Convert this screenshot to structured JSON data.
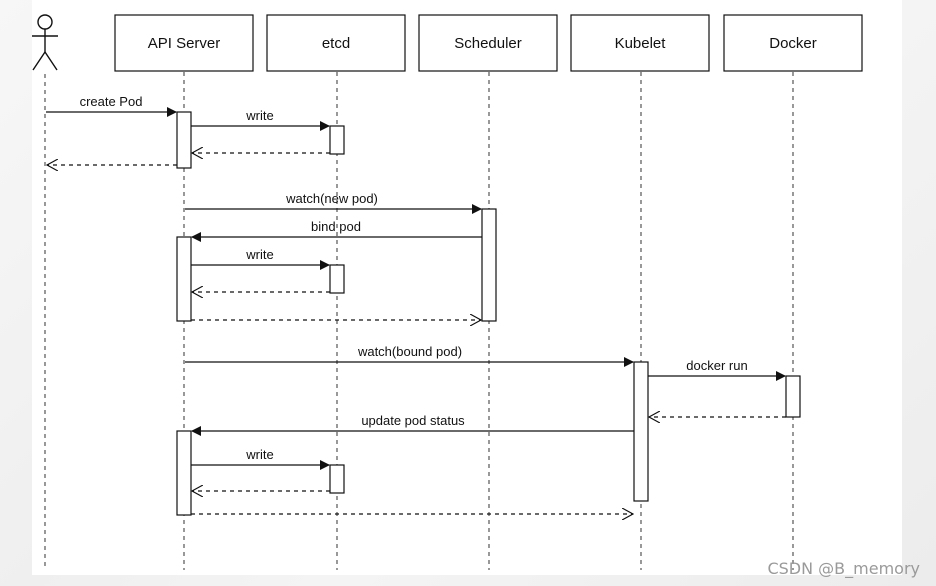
{
  "participants": [
    {
      "label": ""
    },
    {
      "label": "API Server"
    },
    {
      "label": "etcd"
    },
    {
      "label": "Scheduler"
    },
    {
      "label": "Kubelet"
    },
    {
      "label": "Docker"
    }
  ],
  "messages": [
    {
      "label": "create Pod"
    },
    {
      "label": "write"
    },
    {
      "label": "watch(new pod)"
    },
    {
      "label": "bind pod"
    },
    {
      "label": "write"
    },
    {
      "label": "watch(bound pod)"
    },
    {
      "label": "docker run"
    },
    {
      "label": "update pod status"
    },
    {
      "label": "write"
    }
  ],
  "watermark": "CSDN @B_memory",
  "colors": {
    "line": "#111111",
    "lifeline": "#555555",
    "background": "#ffffff"
  }
}
